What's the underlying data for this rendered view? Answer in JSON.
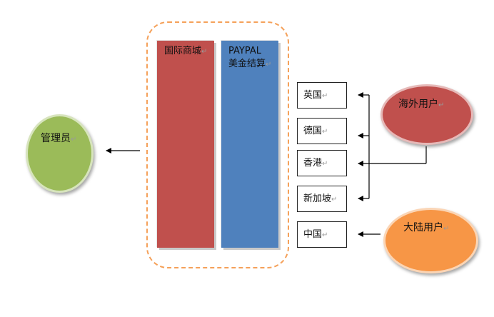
{
  "diagram": {
    "admin": {
      "label": "管理员"
    },
    "payment_bars": [
      {
        "label": "国际商城"
      },
      {
        "label_line1": "PAYPAL",
        "label_line2": "美金结算"
      }
    ],
    "regions": [
      {
        "label": "英国"
      },
      {
        "label": "德国"
      },
      {
        "label": "香港"
      },
      {
        "label": "新加坡"
      },
      {
        "label": "中国"
      }
    ],
    "overseas_users": {
      "label": "海外用户"
    },
    "mainland_users": {
      "label": "大陆用户"
    },
    "paragraph_mark": "↵",
    "colors": {
      "frame_dashed": "#f5a15a",
      "red": "#c0504d",
      "blue": "#4f81bd",
      "green": "#9bbb59",
      "orange": "#f79646"
    }
  }
}
